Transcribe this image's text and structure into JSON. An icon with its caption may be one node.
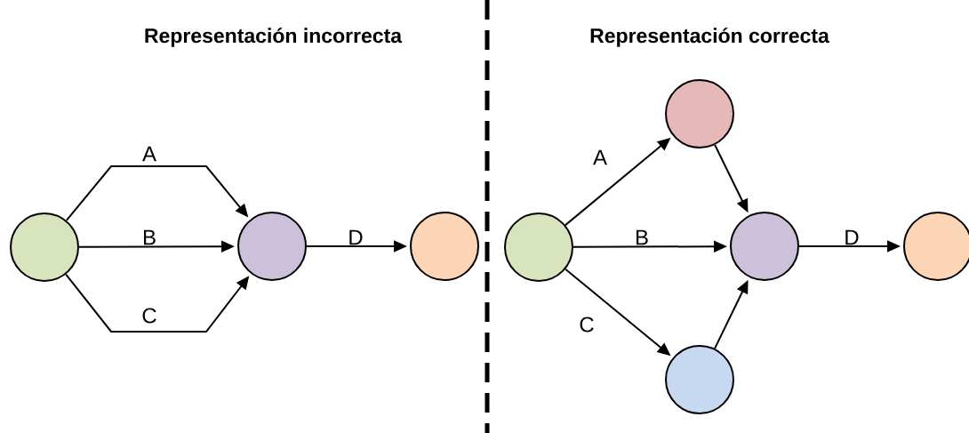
{
  "diagram": {
    "nodes": [
      {
        "text": [],
        "shape": "circle"
      },
      {
        "text": [],
        "shape": "circle"
      },
      {
        "text": [],
        "shape": "circle"
      },
      {
        "text": [],
        "shape": "circle"
      },
      {
        "text": [],
        "shape": "circle"
      },
      {
        "text": [],
        "shape": "circle"
      },
      {
        "text": [],
        "shape": "circle"
      },
      {
        "text": [],
        "shape": "circle"
      }
    ],
    "edges": [
      {
        "from": 0,
        "to": 1,
        "arrow": "to",
        "label": "A"
      },
      {
        "from": 0,
        "to": 1,
        "arrow": "to",
        "label": "B"
      },
      {
        "from": 0,
        "to": 1,
        "arrow": "to",
        "label": "C"
      },
      {
        "from": 1,
        "to": 2,
        "arrow": "to",
        "label": "D"
      },
      {
        "from": 3,
        "to": 4,
        "arrow": "to",
        "label": "A"
      },
      {
        "from": 3,
        "to": 5,
        "arrow": "to",
        "label": "B"
      },
      {
        "from": 3,
        "to": 6,
        "arrow": "to",
        "label": "C"
      },
      {
        "from": 4,
        "to": 5,
        "arrow": "to"
      },
      {
        "from": 6,
        "to": 5,
        "arrow": "to"
      },
      {
        "from": 5,
        "to": 7,
        "arrow": "to",
        "label": "D"
      }
    ],
    "labels": [
      "Representación incorrecta",
      "Representación correcta"
    ]
  }
}
